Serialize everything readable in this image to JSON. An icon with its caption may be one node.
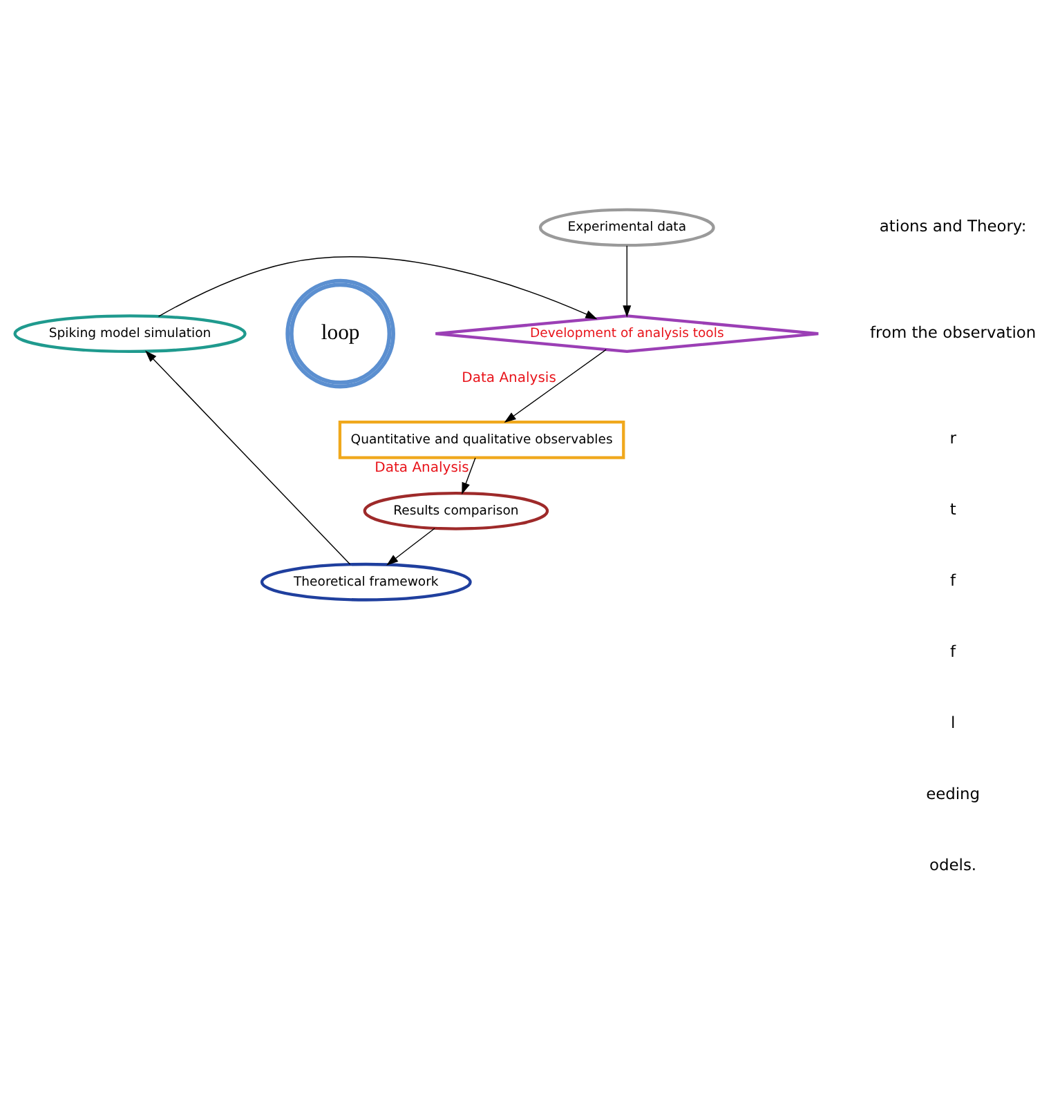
{
  "diagram": {
    "nodes": [
      {
        "text": [
          "Experimental data"
        ]
      },
      {
        "text": [
          "Development of analysis tools"
        ]
      },
      {
        "text": [
          "Quantitative and qualitative observables"
        ]
      },
      {
        "text": [
          "Results comparison"
        ]
      },
      {
        "text": [
          "Theoretical framework"
        ]
      },
      {
        "text": [
          "Spiking model simulation"
        ]
      },
      {
        "text": [
          "loop"
        ]
      }
    ],
    "edges": [
      {
        "from": 0,
        "to": 1,
        "arrow": "to"
      },
      {
        "from": 5,
        "to": 1,
        "arrow": "to"
      },
      {
        "from": 1,
        "to": 2,
        "arrow": "to",
        "label": "Data Analysis"
      },
      {
        "from": 2,
        "to": 3,
        "arrow": "to",
        "label": "Data Analysis"
      },
      {
        "from": 3,
        "to": 4,
        "arrow": "to"
      },
      {
        "from": 4,
        "to": 5,
        "arrow": "to"
      }
    ],
    "labels": [
      "ations and Theory:",
      "from the observation",
      "r",
      "t",
      "f",
      "f",
      "l",
      "eeding",
      "odels."
    ]
  }
}
